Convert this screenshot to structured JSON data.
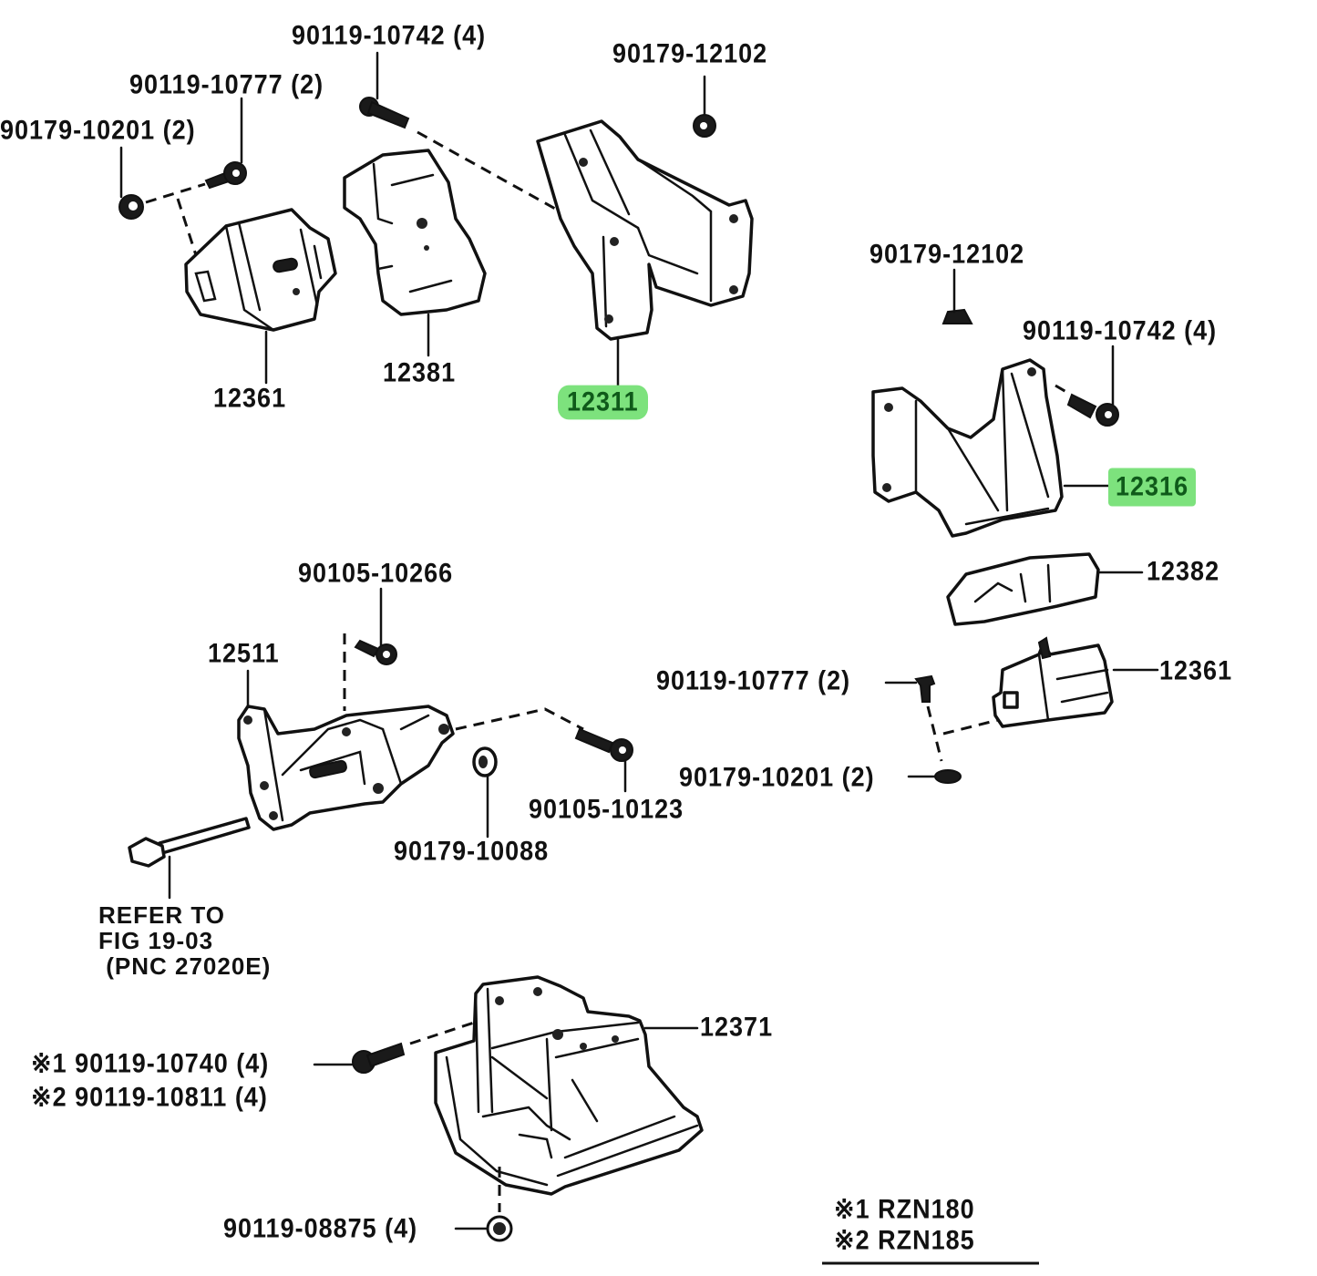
{
  "diagram": {
    "title": "Engine Mounting Parts Diagram",
    "highlight_color": "#7de27d",
    "labels": {
      "bolt_90119_10742_top": "90119-10742 (4)",
      "nut_90179_12102_top": "90179-12102",
      "bolt_90119_10777_top": "90119-10777 (2)",
      "nut_90179_10201_top": "90179-10201 (2)",
      "insulator_12361_left": "12361",
      "stopper_12381": "12381",
      "bracket_12311": "12311",
      "nut_90179_12102_right": "90179-12102",
      "bolt_90119_10742_right": "90119-10742 (4)",
      "bracket_12316": "12316",
      "stopper_12382": "12382",
      "insulator_12361_right": "12361",
      "bolt_90119_10777_right": "90119-10777 (2)",
      "nut_90179_10201_right": "90179-10201 (2)",
      "bolt_90105_10266": "90105-10266",
      "bracket_12511": "12511",
      "bolt_90105_10123": "90105-10123",
      "nut_90179_10088": "90179-10088",
      "insulator_12371": "12371",
      "bolt_90119_10740": "※1 90119-10740 (4)",
      "bolt_90119_10811": "※2 90119-10811 (4)",
      "nut_90119_08875": "90119-08875 (4)"
    },
    "refer_note": "REFER TO\nFIG 19-03\n (PNC 27020E)",
    "legend": [
      {
        "mark": "※1",
        "model": "RZN180"
      },
      {
        "mark": "※2",
        "model": "RZN185"
      }
    ],
    "highlighted_parts": [
      "12311",
      "12316"
    ]
  }
}
